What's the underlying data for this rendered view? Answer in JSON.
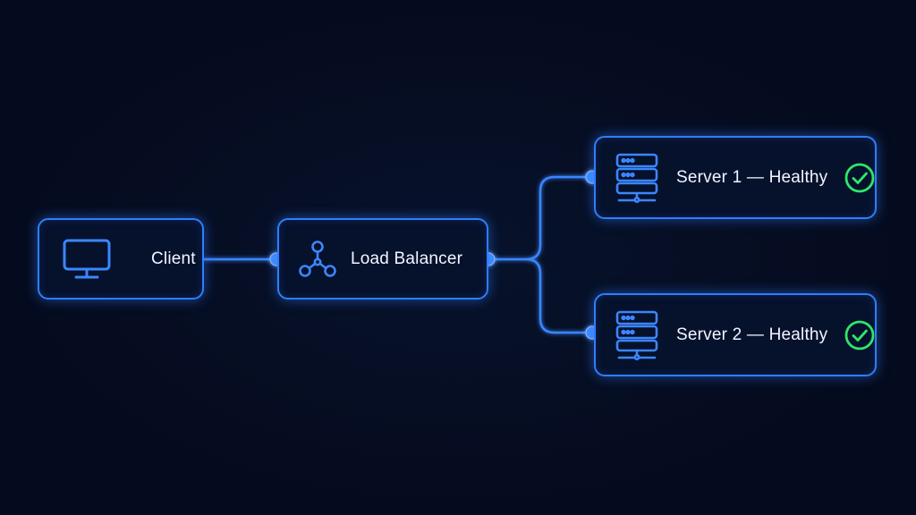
{
  "diagram": {
    "nodes": {
      "client": {
        "label": "Client",
        "icon": "monitor-icon"
      },
      "load_balancer": {
        "label": "Load Balancer",
        "icon": "network-hub-icon"
      },
      "server1": {
        "label": "Server 1 — Healthy",
        "icon": "server-rack-icon",
        "status": "healthy",
        "status_icon": "check-circle-icon"
      },
      "server2": {
        "label": "Server 2 — Healthy",
        "icon": "server-rack-icon",
        "status": "healthy",
        "status_icon": "check-circle-icon"
      }
    },
    "edges": [
      {
        "from": "client",
        "to": "load_balancer"
      },
      {
        "from": "load_balancer",
        "to": "server1"
      },
      {
        "from": "load_balancer",
        "to": "server2"
      }
    ],
    "colors": {
      "background": "#050b1e",
      "accent": "#2f7dff",
      "text": "#f2f6ff",
      "healthy": "#2ee66b"
    }
  }
}
